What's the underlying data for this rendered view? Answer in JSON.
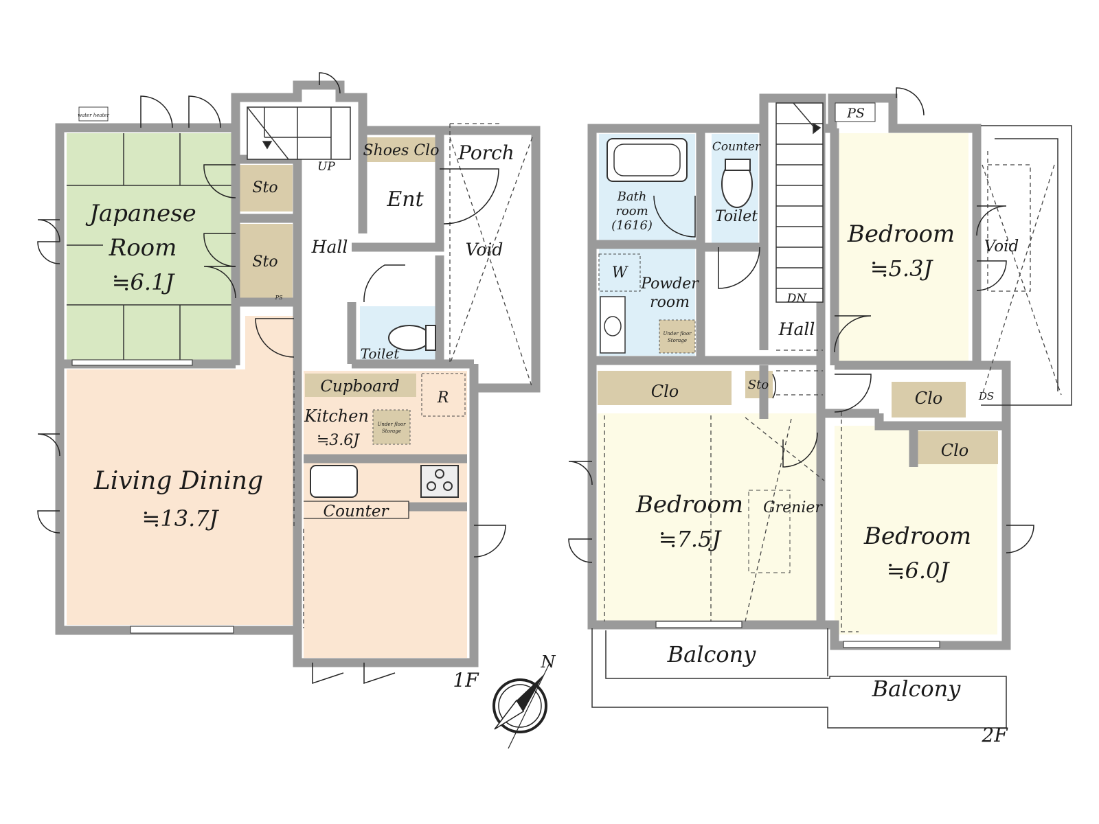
{
  "water_heater_label": "water heater",
  "colors": {
    "wall": "#9a9a9a",
    "japanese_room": "#d8e8c2",
    "living": "#fbe6d2",
    "storage": "#d9ccaa",
    "bedroom": "#fdfbe6",
    "wet_area": "#ddeff8",
    "hall": "#ffffff"
  },
  "floor1": {
    "label": "1F",
    "rooms": {
      "japanese_room_line1": "Japanese",
      "japanese_room_line2": "Room",
      "japanese_room_size": "≒6.1J",
      "sto_upper": "Sto",
      "sto_lower": "Sto",
      "ps_small": "PS",
      "up": "UP",
      "hall": "Hall",
      "shoes_clo": "Shoes Clo",
      "ent": "Ent",
      "porch": "Porch",
      "void": "Void",
      "toilet": "Toilet",
      "cupboard": "Cupboard",
      "refrigerator": "R",
      "kitchen": "Kitchen",
      "kitchen_size": "≒3.6J",
      "underfloor_line1": "Under floor",
      "underfloor_line2": "Storage",
      "counter": "Counter",
      "living_dining": "Living Dining",
      "living_dining_size": "≒13.7J"
    }
  },
  "floor2": {
    "label": "2F",
    "rooms": {
      "bath_line1": "Bath",
      "bath_line2": "room",
      "bath_line3": "(1616)",
      "counter": "Counter",
      "toilet": "Toilet",
      "ps": "PS",
      "w": "W",
      "powder_line1": "Powder",
      "powder_line2": "room",
      "underfloor_line1": "Under floor",
      "underfloor_line2": "Storage",
      "dn": "DN",
      "hall": "Hall",
      "bedroom_a": "Bedroom",
      "bedroom_a_size": "≒5.3J",
      "void": "Void",
      "clo_a": "Clo",
      "sto": "Sto",
      "clo_b": "Clo",
      "ds": "DS",
      "clo_c": "Clo",
      "bedroom_b": "Bedroom",
      "bedroom_b_size": "≒7.5J",
      "grenier": "Grenier",
      "bedroom_c": "Bedroom",
      "bedroom_c_size": "≒6.0J",
      "balcony_a": "Balcony",
      "balcony_b": "Balcony"
    }
  },
  "compass_label": "N"
}
